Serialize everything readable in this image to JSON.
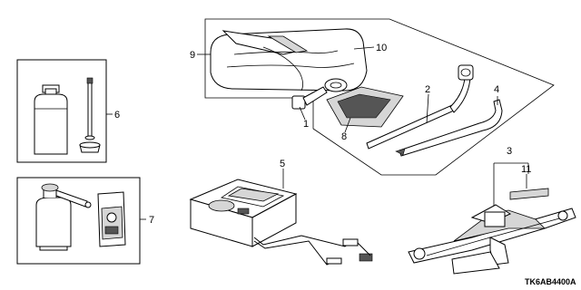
{
  "diagram": {
    "code": "TK6AB4400A",
    "callouts": {
      "c1": "1",
      "c2": "2",
      "c3": "3",
      "c4": "4",
      "c5": "5",
      "c6": "6",
      "c7": "7",
      "c8": "8",
      "c9": "9",
      "c10": "10",
      "c11": "11"
    }
  }
}
